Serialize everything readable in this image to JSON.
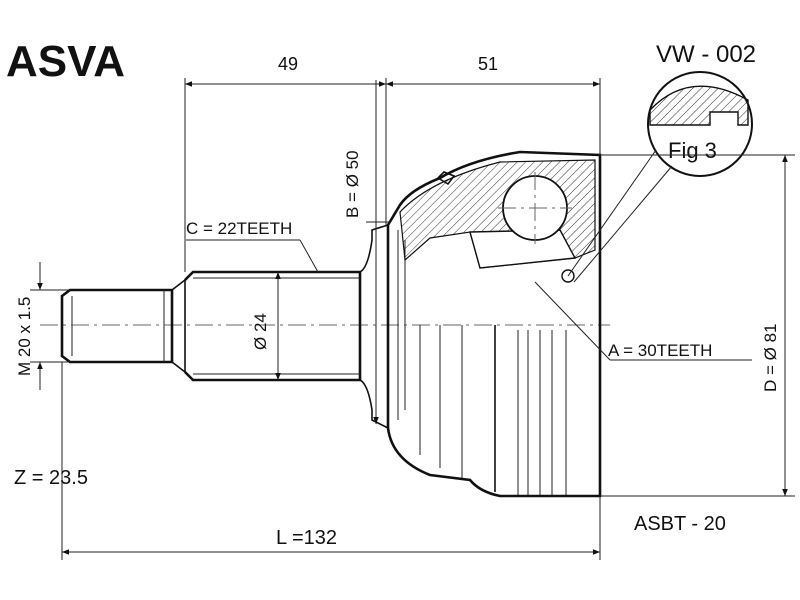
{
  "brand": "ASVA",
  "part_number": "VW - 002",
  "fig_label": "Fig 3",
  "dimensions": {
    "length_49": "49",
    "length_51": "51",
    "b_diameter": "B = Ø 50",
    "c_teeth": "C = 22TEETH",
    "shaft_diameter": "Ø 24",
    "thread": "M 20 x 1.5",
    "a_teeth": "A = 30TEETH",
    "d_diameter": "D = Ø 81",
    "z_value": "Z = 23.5",
    "total_length": "L =132"
  },
  "reference_code": "ASBT  - 20"
}
